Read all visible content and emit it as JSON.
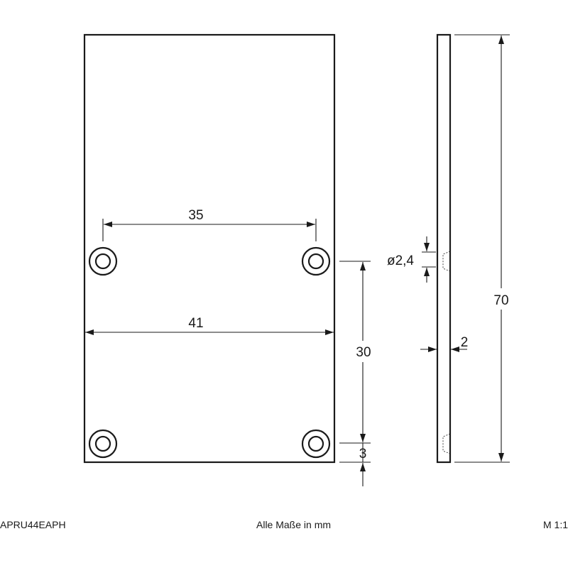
{
  "dimensions": {
    "hole_spacing": "35",
    "plate_width": "41",
    "hole_vertical_spacing": "30",
    "hole_edge_offset": "3",
    "hole_diameter": "ø2,4",
    "plate_thickness": "2",
    "plate_height": "70"
  },
  "footer": {
    "part_number": "APRU44EAPH",
    "units_note": "Alle Maße in mm",
    "scale": "M 1:1"
  }
}
